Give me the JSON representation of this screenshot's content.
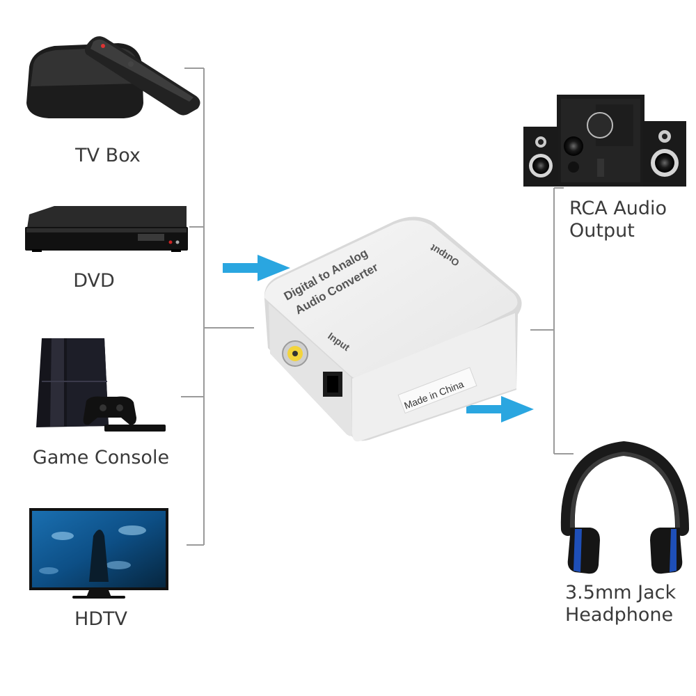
{
  "sources": [
    {
      "id": "tv-box",
      "label": "TV Box"
    },
    {
      "id": "dvd",
      "label": "DVD"
    },
    {
      "id": "game-console",
      "label": "Game Console"
    },
    {
      "id": "hdtv",
      "label": "HDTV"
    }
  ],
  "converter": {
    "title_line1": "Digital to Analog",
    "title_line2": "Audio Converter",
    "input_label": "Input",
    "output_label": "Output",
    "sticker": "Made in China"
  },
  "outputs": [
    {
      "id": "rca",
      "label_line1": "RCA Audio",
      "label_line2": "Output"
    },
    {
      "id": "headphone",
      "label_line1": "3.5mm Jack",
      "label_line2": "Headphone"
    }
  ],
  "colors": {
    "arrow": "#2aa6e0",
    "connector_line": "#9a9a9a",
    "converter_body": "#ededed",
    "label_text": "#3a3a3a",
    "headphone_accent": "#1e4fb8"
  }
}
